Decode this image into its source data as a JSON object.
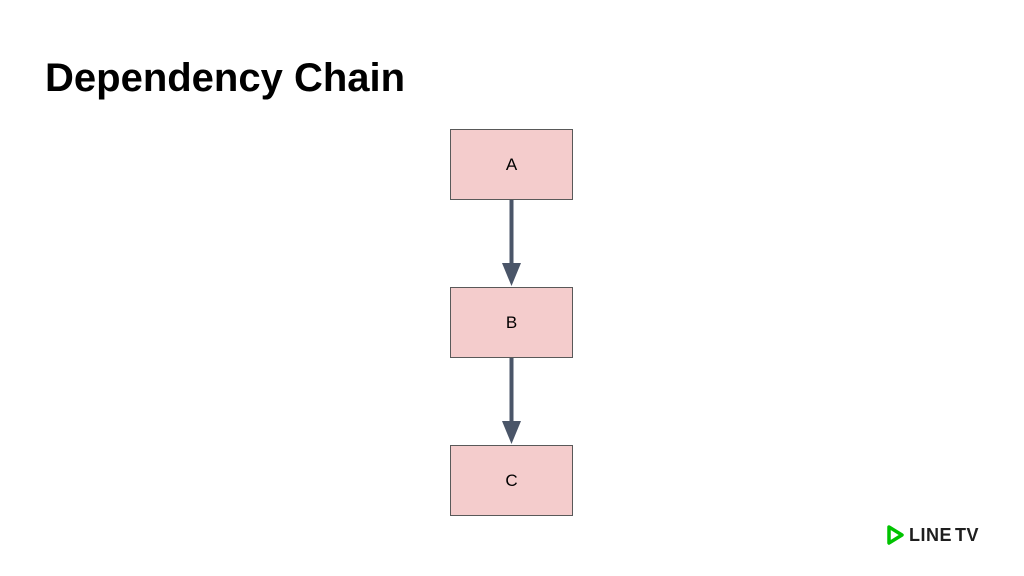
{
  "slide": {
    "title": "Dependency Chain"
  },
  "diagram": {
    "nodes": [
      {
        "id": "A",
        "label": "A"
      },
      {
        "id": "B",
        "label": "B"
      },
      {
        "id": "C",
        "label": "C"
      }
    ],
    "edges": [
      {
        "from": "A",
        "to": "B"
      },
      {
        "from": "B",
        "to": "C"
      }
    ],
    "colors": {
      "node_fill": "#f4cccc",
      "node_border": "#595959",
      "edge": "#4a5568"
    }
  },
  "logo": {
    "text_main": "LINE",
    "text_suffix": "TV",
    "icon": "play-icon",
    "icon_color": "#00c300"
  }
}
